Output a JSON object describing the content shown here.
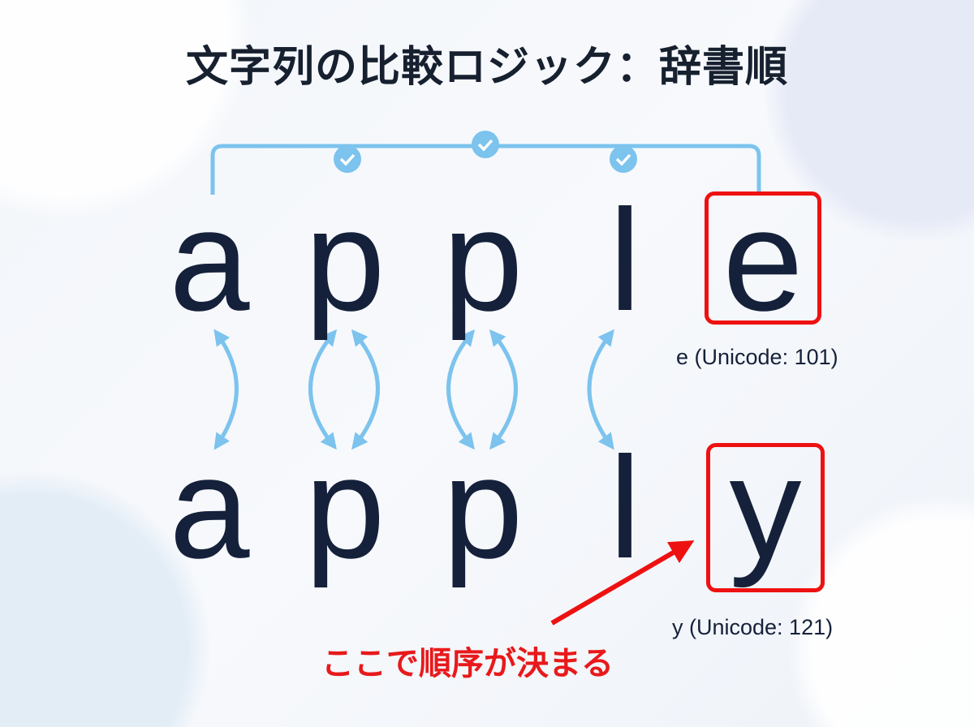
{
  "title": "文字列の比較ロジック：辞書順",
  "word1": [
    "a",
    "p",
    "p",
    "l",
    "e"
  ],
  "word2": [
    "a",
    "p",
    "p",
    "l",
    "y"
  ],
  "label_e": "e (Unicode: 101)",
  "label_y": "y (Unicode: 121)",
  "note": "ここで順序が決まる",
  "colors": {
    "accent": "#7cc3ee",
    "highlight": "#ee1111",
    "text": "#15213a"
  }
}
